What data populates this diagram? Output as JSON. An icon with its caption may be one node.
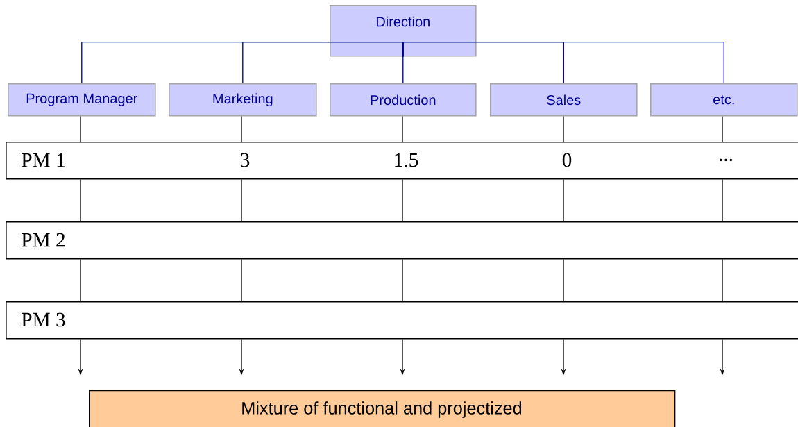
{
  "diagram": {
    "nodes": [
      {
        "text": [
          "Direction"
        ]
      },
      {
        "text": [
          "Program Manager"
        ]
      },
      {
        "text": [
          "Marketing"
        ]
      },
      {
        "text": [
          "Production"
        ]
      },
      {
        "text": [
          "Sales"
        ]
      },
      {
        "text": [
          "etc."
        ]
      },
      {
        "text": [
          "PM 1",
          "3",
          "1.5",
          "0",
          "..."
        ]
      },
      {
        "text": [
          "PM 2"
        ]
      },
      {
        "text": [
          "PM 3"
        ]
      },
      {
        "text": [
          "Mixture of functional and projectized"
        ]
      }
    ],
    "edges": [
      {
        "from": 0,
        "to": 1,
        "arrow": "none",
        "color": "#000099"
      },
      {
        "from": 0,
        "to": 2,
        "arrow": "none",
        "color": "#000099"
      },
      {
        "from": 0,
        "to": 3,
        "arrow": "none",
        "color": "#000099"
      },
      {
        "from": 0,
        "to": 4,
        "arrow": "none",
        "color": "#000099"
      },
      {
        "from": 0,
        "to": 5,
        "arrow": "none",
        "color": "#000099"
      },
      {
        "from": 1,
        "to": 6,
        "arrow": "none"
      },
      {
        "from": 2,
        "to": 6,
        "arrow": "none"
      },
      {
        "from": 3,
        "to": 6,
        "arrow": "none"
      },
      {
        "from": 4,
        "to": 6,
        "arrow": "none"
      },
      {
        "from": 5,
        "to": 6,
        "arrow": "none"
      },
      {
        "from": 6,
        "to": 7,
        "arrow": "none"
      },
      {
        "from": 6,
        "to": 7,
        "arrow": "none"
      },
      {
        "from": 6,
        "to": 7,
        "arrow": "none"
      },
      {
        "from": 6,
        "to": 7,
        "arrow": "none"
      },
      {
        "from": 6,
        "to": 7,
        "arrow": "none"
      },
      {
        "from": 7,
        "to": 8,
        "arrow": "none"
      },
      {
        "from": 7,
        "to": 8,
        "arrow": "none"
      },
      {
        "from": 7,
        "to": 8,
        "arrow": "none"
      },
      {
        "from": 7,
        "to": 8,
        "arrow": "none"
      },
      {
        "from": 7,
        "to": 8,
        "arrow": "none"
      },
      {
        "from": 8,
        "to": null,
        "arrow": "to"
      },
      {
        "from": 8,
        "to": null,
        "arrow": "to"
      },
      {
        "from": 8,
        "to": null,
        "arrow": "to"
      },
      {
        "from": 8,
        "to": null,
        "arrow": "to"
      },
      {
        "from": 8,
        "to": null,
        "arrow": "to"
      }
    ]
  }
}
